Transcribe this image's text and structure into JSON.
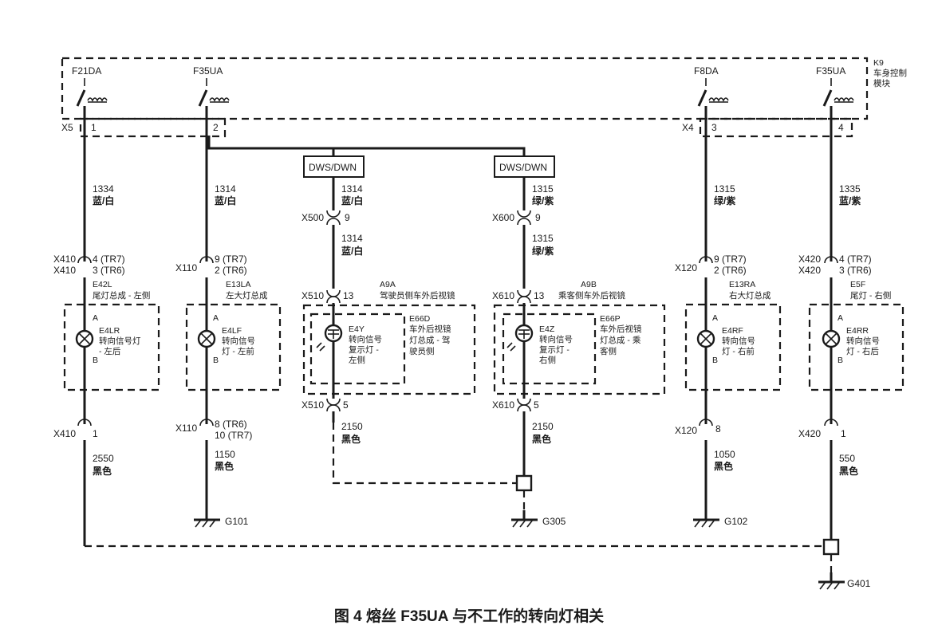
{
  "module": {
    "id": "K9",
    "name_line1": "车身控制",
    "name_line2": "模块"
  },
  "fuses": [
    "F21DA",
    "F35UA",
    "F8DA",
    "F35UA"
  ],
  "module_connectors": {
    "left": "X5",
    "right": "X4",
    "pins": [
      "1",
      "2",
      "3",
      "4"
    ]
  },
  "dws_labels": [
    "DWS/DWN",
    "DWS/DWN"
  ],
  "wires_top": [
    {
      "num": "1334",
      "color": "蓝/白"
    },
    {
      "num": "1314",
      "color": "蓝/白"
    },
    {
      "num": "1314",
      "color": "蓝/白"
    },
    {
      "num": "1315",
      "color": "绿/紫"
    },
    {
      "num": "1315",
      "color": "绿/紫"
    },
    {
      "num": "1335",
      "color": "蓝/紫"
    }
  ],
  "mirror_inline": [
    {
      "conn": "X500",
      "pin": "9",
      "num": "1314",
      "color": "蓝/白"
    },
    {
      "conn": "X600",
      "pin": "9",
      "num": "1315",
      "color": "绿/紫"
    }
  ],
  "upper_connectors": [
    {
      "conn1": "X410",
      "pin1": "4 (TR7)",
      "conn2": "X410",
      "pin2": "3 (TR6)"
    },
    {
      "conn1": "X110",
      "pin1": "9 (TR7)",
      "pin2": "2 (TR6)"
    },
    {
      "conn1": "X510",
      "pin1": "13"
    },
    {
      "conn1": "X610",
      "pin1": "13"
    },
    {
      "conn1": "X120",
      "pin1": "9 (TR7)",
      "pin2": "2 (TR6)"
    },
    {
      "conn1": "X420",
      "pin1": "4 (TR7)",
      "conn2": "X420",
      "pin2": "3 (TR6)"
    }
  ],
  "assemblies": [
    {
      "id": "E42L",
      "name": "尾灯总成 - 左侧",
      "lamp_id": "E4LR",
      "lamp_l1": "转向信号灯",
      "lamp_l2": "- 左后",
      "pin_a": "A",
      "pin_b": "B"
    },
    {
      "id": "E13LA",
      "name": "左大灯总成",
      "lamp_id": "E4LF",
      "lamp_l1": "转向信号",
      "lamp_l2": "灯 - 左前",
      "pin_a": "A",
      "pin_b": "B"
    },
    {
      "id": "A9A",
      "name": "驾驶员侧车外后视镜",
      "sub_id": "E66D",
      "sub_l1": "车外后视镜",
      "sub_l2": "灯总成 - 驾",
      "sub_l3": "驶员侧",
      "lamp_id": "E4Y",
      "lamp_l1": "转向信号",
      "lamp_l2": "复示灯 -",
      "lamp_l3": "左侧"
    },
    {
      "id": "A9B",
      "name": "乘客侧车外后视镜",
      "sub_id": "E66P",
      "sub_l1": "车外后视镜",
      "sub_l2": "灯总成 - 乘",
      "sub_l3": "客侧",
      "lamp_id": "E4Z",
      "lamp_l1": "转向信号",
      "lamp_l2": "复示灯 -",
      "lamp_l3": "右侧"
    },
    {
      "id": "E13RA",
      "name": "右大灯总成",
      "lamp_id": "E4RF",
      "lamp_l1": "转向信号",
      "lamp_l2": "灯 - 右前",
      "pin_a": "A",
      "pin_b": "B"
    },
    {
      "id": "E5F",
      "name": "尾灯 - 右侧",
      "lamp_id": "E4RR",
      "lamp_l1": "转向信号",
      "lamp_l2": "灯 - 右后",
      "pin_a": "A",
      "pin_b": "B"
    }
  ],
  "lower_connectors": [
    {
      "conn": "X410",
      "pin1": "1"
    },
    {
      "conn": "X110",
      "pin1": "8 (TR6)",
      "pin2": "10 (TR7)"
    },
    {
      "conn": "X510",
      "pin1": "5"
    },
    {
      "conn": "X610",
      "pin1": "5"
    },
    {
      "conn": "X120",
      "pin1": "8"
    },
    {
      "conn": "X420",
      "pin1": "1"
    }
  ],
  "wires_bottom": [
    {
      "num": "2550",
      "color": "黑色"
    },
    {
      "num": "1150",
      "color": "黑色"
    },
    {
      "num": "2150",
      "color": "黑色"
    },
    {
      "num": "2150",
      "color": "黑色"
    },
    {
      "num": "1050",
      "color": "黑色"
    },
    {
      "num": "550",
      "color": "黑色"
    }
  ],
  "grounds": [
    "G101",
    "G305",
    "G102",
    "G401"
  ],
  "caption": "图 4  熔丝 F35UA 与不工作的转向灯相关"
}
